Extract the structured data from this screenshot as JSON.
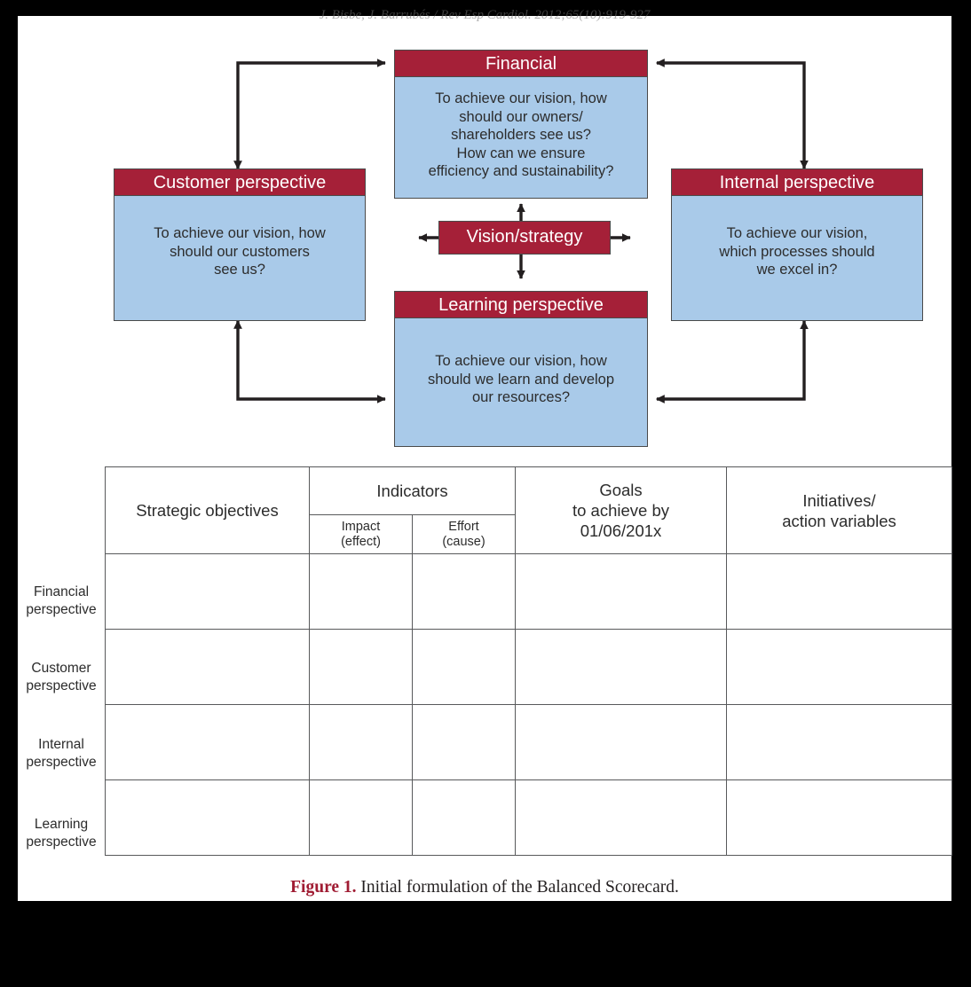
{
  "page": {
    "running_header": "J. Bisbe, J. Barrubés / Rev Esp Cardiol. 2012;65(10):919-927",
    "caption_label": "Figure 1.",
    "caption_text": " Initial formulation of the Balanced Scorecard."
  },
  "colors": {
    "header_red": "#a52038",
    "body_blue": "#a9cae9",
    "border_gray": "#4a4a4a",
    "caption_red": "#a01c33"
  },
  "diagram": {
    "boxes": [
      {
        "id": "financial",
        "title": "Financial",
        "body": "To achieve our vision, how\nshould our owners/\nshareholders see us?\nHow can we ensure\nefficiency and sustainability?"
      },
      {
        "id": "customer",
        "title": "Customer perspective",
        "body": "To achieve our vision, how\nshould our customers\nsee us?"
      },
      {
        "id": "internal",
        "title": "Internal perspective",
        "body": "To achieve our vision,\nwhich processes should\nwe excel in?"
      },
      {
        "id": "learning",
        "title": "Learning perspective",
        "body": "To achieve our vision, how\nshould we learn and develop\nour resources?"
      }
    ],
    "center": {
      "label": "Vision/strategy"
    }
  },
  "table": {
    "headers": {
      "strategic_objectives": "Strategic objectives",
      "indicators": "Indicators",
      "impact": "Impact\n(effect)",
      "effort": "Effort\n(cause)",
      "goals": "Goals\nto achieve by\n01/06/201x",
      "initiatives": "Initiatives/\naction variables"
    },
    "row_labels": [
      "Financial\nperspective",
      "Customer\nperspective",
      "Internal\nperspective",
      "Learning\nperspective"
    ],
    "rows": [
      {
        "objectives": "",
        "impact": "",
        "effort": "",
        "goals": "",
        "initiatives": ""
      },
      {
        "objectives": "",
        "impact": "",
        "effort": "",
        "goals": "",
        "initiatives": ""
      },
      {
        "objectives": "",
        "impact": "",
        "effort": "",
        "goals": "",
        "initiatives": ""
      },
      {
        "objectives": "",
        "impact": "",
        "effort": "",
        "goals": "",
        "initiatives": ""
      }
    ]
  }
}
